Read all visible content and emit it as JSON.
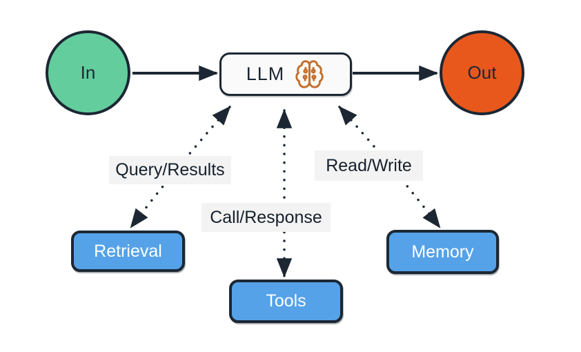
{
  "diagram": {
    "title": "LLM agent architecture diagram",
    "nodes": {
      "in": {
        "label": "In",
        "shape": "circle",
        "fill": "#63cd9d"
      },
      "llm": {
        "label": "LLM",
        "shape": "rounded-rect",
        "fill": "#fafafa",
        "icon": "brain-circuit-icon",
        "icon_color": "#c2702e"
      },
      "out": {
        "label": "Out",
        "shape": "circle",
        "fill": "#e8581c"
      },
      "retrieval": {
        "label": "Retrieval",
        "shape": "rounded-rect",
        "fill": "#55a2e9"
      },
      "tools": {
        "label": "Tools",
        "shape": "rounded-rect",
        "fill": "#55a2e9"
      },
      "memory": {
        "label": "Memory",
        "shape": "rounded-rect",
        "fill": "#55a2e9"
      }
    },
    "edges": [
      {
        "from": "in",
        "to": "llm",
        "style": "solid-arrow",
        "label": ""
      },
      {
        "from": "llm",
        "to": "out",
        "style": "solid-arrow",
        "label": ""
      },
      {
        "from": "llm",
        "to": "retrieval",
        "style": "dotted-double-arrow",
        "label": "Query/Results"
      },
      {
        "from": "llm",
        "to": "tools",
        "style": "dotted-double-arrow",
        "label": "Call/Response"
      },
      {
        "from": "llm",
        "to": "memory",
        "style": "dotted-double-arrow",
        "label": "Read/Write"
      }
    ],
    "colors": {
      "stroke": "#1c2733",
      "node_green": "#63cd9d",
      "node_orange": "#e8581c",
      "node_blue": "#55a2e9",
      "llm_fill": "#fafafa",
      "edge_label_bg": "#f3f3f4",
      "brain_icon_orange": "#c2702e",
      "background": "#ffffff"
    }
  }
}
